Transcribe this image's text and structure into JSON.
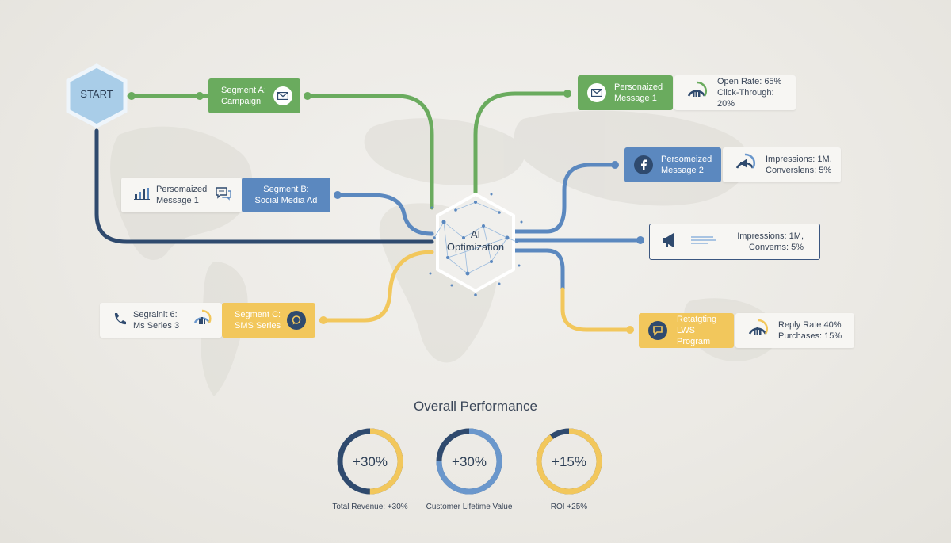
{
  "nodes": {
    "start": "START",
    "segment_a": [
      "Segment A:",
      "Campaign"
    ],
    "segment_b": [
      "Segment B:",
      "Social Media Ad"
    ],
    "segment_c": [
      "Segment C:",
      "SMS Series"
    ],
    "left_msg": [
      "Persomaized",
      "Message 1"
    ],
    "left_segment": [
      "Segrainit 6:",
      "Ms Series 3"
    ],
    "hub": [
      "AI",
      "Optimization"
    ],
    "out1": [
      "Personaized",
      "Message 1"
    ],
    "out1_stats": [
      "Open Rate: 65%",
      "Click-Through: 20%"
    ],
    "out2": [
      "Persomeized",
      "Message 2"
    ],
    "out2_stats": [
      "Impressions: 1M,",
      "Converslens: 5%"
    ],
    "out3_stats": [
      "Impressions: 1M,",
      "Converns: 5%"
    ],
    "out4": [
      "Retatgting",
      "LWS Program"
    ],
    "out4_stats": [
      "Reply Rate 40%",
      "Purchases: 15%"
    ]
  },
  "performance": {
    "title": "Overall Performance",
    "donuts": [
      {
        "value": "+30%",
        "label": "Total Revenue: +30%",
        "fraction": 0.5,
        "color": "#f2c75c",
        "track": "#2f4a6e"
      },
      {
        "value": "+30%",
        "label": "Customer Lifetime Value",
        "fraction": 0.75,
        "color": "#6a97cc",
        "track": "#2f4a6e"
      },
      {
        "value": "+15%",
        "label": "ROI +25%",
        "fraction": 0.9,
        "color": "#f2c75c",
        "track": "#2f4a6e"
      }
    ]
  },
  "colors": {
    "green": "#6aab5e",
    "blue": "#5b88bf",
    "yellow": "#f2c75c",
    "navy": "#2f4a6e"
  },
  "icons": {
    "segment_a": "envelope-icon",
    "segment_b": "chat-icon",
    "segment_c": "chat-icon",
    "left_msg": "bar-chart-icon",
    "left_segment": "phone-icon",
    "out1": "envelope-icon",
    "out2": "facebook-icon",
    "out3": "megaphone-icon",
    "out4": "chat-icon"
  }
}
